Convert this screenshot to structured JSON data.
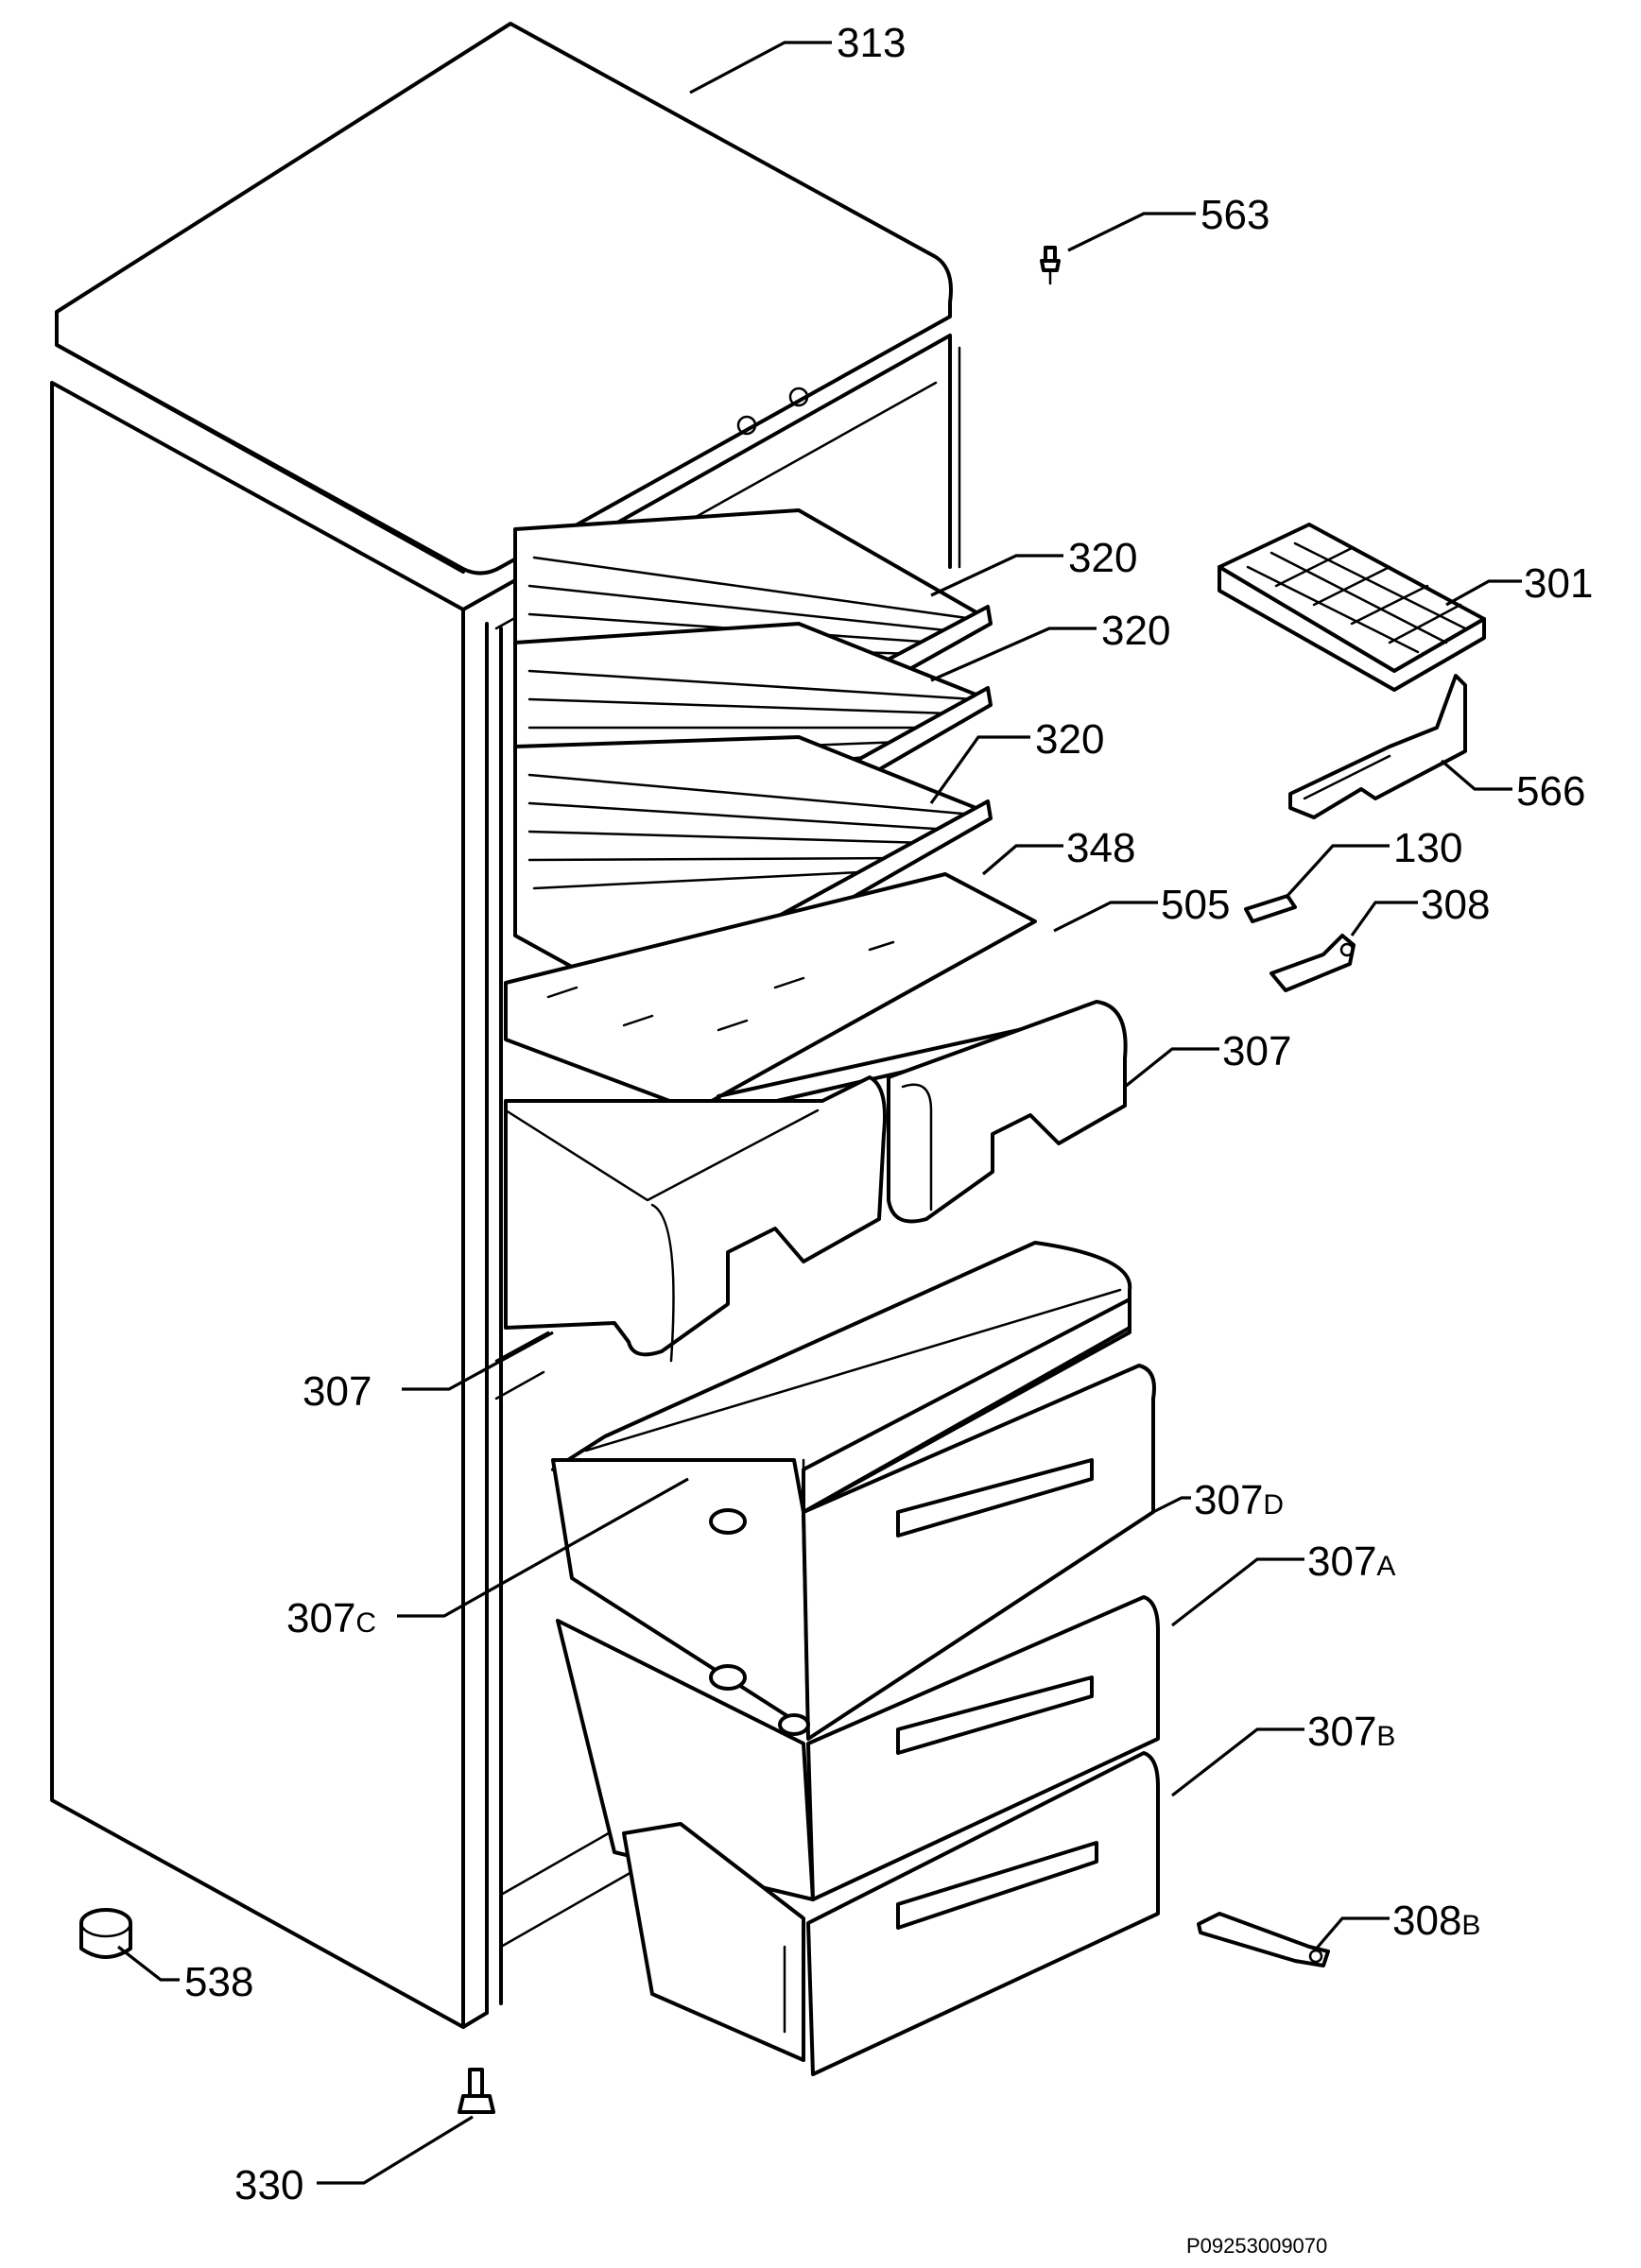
{
  "callouts": {
    "p313": "313",
    "p563": "563",
    "p320a": "320",
    "p320b": "320",
    "p320c": "320",
    "p301": "301",
    "p566": "566",
    "p348": "348",
    "p130": "130",
    "p505": "505",
    "p308": "308",
    "p307right": "307",
    "p307left": "307",
    "p307d_num": "307",
    "p307d_suffix": "D",
    "p307a_num": "307",
    "p307a_suffix": "A",
    "p307c_num": "307",
    "p307c_suffix": "C",
    "p307b_num": "307",
    "p307b_suffix": "B",
    "p308b_num": "308",
    "p308b_suffix": "B",
    "p538": "538",
    "p330": "330"
  },
  "drawing_code": "P09253009070"
}
